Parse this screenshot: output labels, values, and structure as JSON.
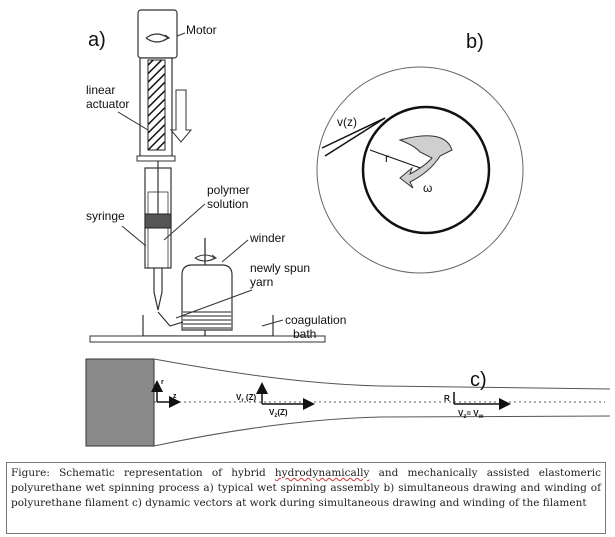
{
  "panel_a": {
    "label": "a)",
    "motor": "Motor",
    "linear_actuator_line1": "linear",
    "linear_actuator_line2": "actuator",
    "polymer_solution_line1": "polymer",
    "polymer_solution_line2": "solution",
    "syringe": "syringe",
    "winder": "winder",
    "newly_spun_yarn_line1": "newly spun",
    "newly_spun_yarn_line2": "yarn",
    "coagulation_bath_line1": "coagulation",
    "coagulation_bath_line2": "bath"
  },
  "panel_b": {
    "label": "b)",
    "velocity": "v(z)",
    "radius": "r",
    "omega": "ω"
  },
  "panel_c": {
    "label": "c)",
    "r_axis": "r",
    "z_axis": "z",
    "vr_label": "V",
    "vr_sub": "r",
    "vr_arg": " (Z)",
    "vz_label": "V",
    "vz_sub": "z",
    "vz_arg": "(Z)",
    "R_label": "R",
    "vend_label": "V",
    "vend_sub": "z",
    "vend_eq": "= V",
    "vend_sub2": "w"
  },
  "caption": {
    "prefix": "Figure: Schematic representation of hybrid ",
    "underlined": "hydrodynamically",
    "rest": " and mechanically assisted elastomeric polyurethane wet spinning process a) typical wet spinning assembly b) simultaneous drawing and winding of polyurethane filament c) dynamic vectors at work during simultaneous drawing and winding of the filament"
  }
}
